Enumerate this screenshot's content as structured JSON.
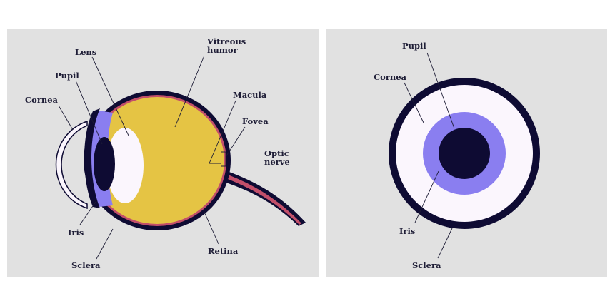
{
  "side_view": {
    "labels": {
      "lens": "Lens",
      "vitreous_1": "Vitreous",
      "vitreous_2": "humor",
      "pupil": "Pupil",
      "macula": "Macula",
      "cornea": "Cornea",
      "fovea": "Fovea",
      "optic_1": "Optic",
      "optic_2": "nerve",
      "iris": "Iris",
      "retina": "Retina",
      "sclera": "Sclera"
    }
  },
  "front_view": {
    "labels": {
      "pupil": "Pupil",
      "cornea": "Cornea",
      "iris": "Iris",
      "sclera": "Sclera"
    }
  },
  "colors": {
    "sclera": "#0e0b33",
    "vitreous": "#e5c444",
    "iris": "#8a7ef0",
    "lens": "#fbf6fd",
    "retina": "#c24f6a",
    "background": "#e1e1e1"
  }
}
